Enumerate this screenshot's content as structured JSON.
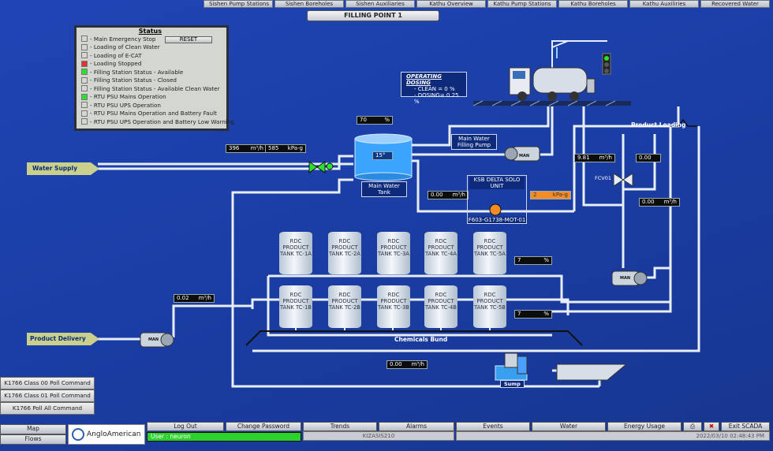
{
  "nav": {
    "tabs": [
      "Sishen Pump Stations",
      "Sishen Boreholes",
      "Sishen Auxiliaries",
      "Kathu Overview",
      "Kathu Pump Stations",
      "Kathu Boreholes",
      "Kathu Auxiliries",
      "Recovered Water"
    ]
  },
  "page": {
    "title": "FILLING POINT 1"
  },
  "status_panel": {
    "title": "Status",
    "reset_label": "RESET",
    "items": [
      {
        "label": "- Main Emergency Stop",
        "color": "#d6d6d6"
      },
      {
        "label": "- Loading of Clean Water",
        "color": "#d6d6d6"
      },
      {
        "label": "- Loading of E-CAT",
        "color": "#d6d6d6"
      },
      {
        "label": "- Loading Stopped",
        "color": "#e23232"
      },
      {
        "label": "- Filling Station Status - Available",
        "color": "#2ee02e"
      },
      {
        "label": "- Filling Station Status - Closed",
        "color": "#d6d6d6"
      },
      {
        "label": "- Filling Station Status - Available Clean Water",
        "color": "#d6d6d6"
      },
      {
        "label": "- RTU PSU Mains Operation",
        "color": "#2ee02e"
      },
      {
        "label": "- RTU PSU UPS Operation",
        "color": "#d6d6d6"
      },
      {
        "label": "- RTU PSU Mains Operation and Battery Fault",
        "color": "#d6d6d6"
      },
      {
        "label": "- RTU PSU UPS Operation and Battery Low Warning",
        "color": "#d6d6d6"
      }
    ]
  },
  "dosing": {
    "title": "OPERATING DOSING",
    "clean": "- CLEAN = 0 %",
    "dosing": "- DOSING= 0.25 %"
  },
  "labels": {
    "water_supply": "Water Supply",
    "product_delivery": "Product Delivery",
    "main_water_tank": "Main Water Tank",
    "main_water_filling_pump": "Main Water Filling Pump",
    "ksb": "KSB DELTA SOLO UNIT",
    "ksb_tag": "F603-G1738-MOT-01",
    "product_loading": "Product Loading",
    "fcv": "FCV01",
    "chemicals_bund": "Chemicals Bund",
    "sump": "Sump",
    "man": "MAN"
  },
  "readings": {
    "supply_flow": {
      "value": "396",
      "unit": "m³/h"
    },
    "supply_pressure": {
      "value": "585",
      "unit": "kPa-g"
    },
    "main_tank_level": {
      "value": "70",
      "unit": "%"
    },
    "main_tank_temp": "15°",
    "ksb_flow": {
      "value": "0.00",
      "unit": "m³/h"
    },
    "ksb_pressure": {
      "value": "2",
      "unit": "kPa-g"
    },
    "loading_flow": {
      "value": "9.81",
      "unit": "m³/h"
    },
    "loading_total": {
      "value": "0.00",
      "unit": ""
    },
    "fcv_flow": {
      "value": "0.00",
      "unit": "m³/h"
    },
    "row_a_level": {
      "value": "7",
      "unit": "%"
    },
    "row_b_level": {
      "value": "7",
      "unit": "%"
    },
    "delivery_flow": {
      "value": "0.02",
      "unit": "m³/h"
    },
    "sump_flow": {
      "value": "0.00",
      "unit": "m³/h"
    }
  },
  "tanks_a": [
    "RDC PRODUCT TANK TC-1A",
    "RDC PRODUCT TANK TC-2A",
    "RDC PRODUCT TANK TC-3A",
    "RDC PRODUCT TANK TC-4A",
    "RDC PRODUCT TANK TC-5A"
  ],
  "tanks_b": [
    "RDC PRODUCT TANK TC-1B",
    "RDC PRODUCT TANK TC-2B",
    "RDC PRODUCT TANK TC-3B",
    "RDC PRODUCT TANK TC-4B",
    "RDC PRODUCT TANK TC-5B"
  ],
  "commands": [
    "K1766 Class 00 Poll Command",
    "K1766 Class 01 Poll Command",
    "K1766 Poll All Command"
  ],
  "bottom": {
    "map": "Map",
    "flows": "Flows",
    "logo": "AngloAmerican",
    "logout": "Log Out",
    "change_password": "Change Password",
    "trends": "Trends",
    "alarms": "Alarms",
    "events": "Events",
    "water": "Water",
    "energy": "Energy Usage",
    "exit": "Exit SCADA",
    "user": "User : neuron",
    "host": "KIZASIS210",
    "datetime": "2022/03/10 02:48:43 PM"
  }
}
